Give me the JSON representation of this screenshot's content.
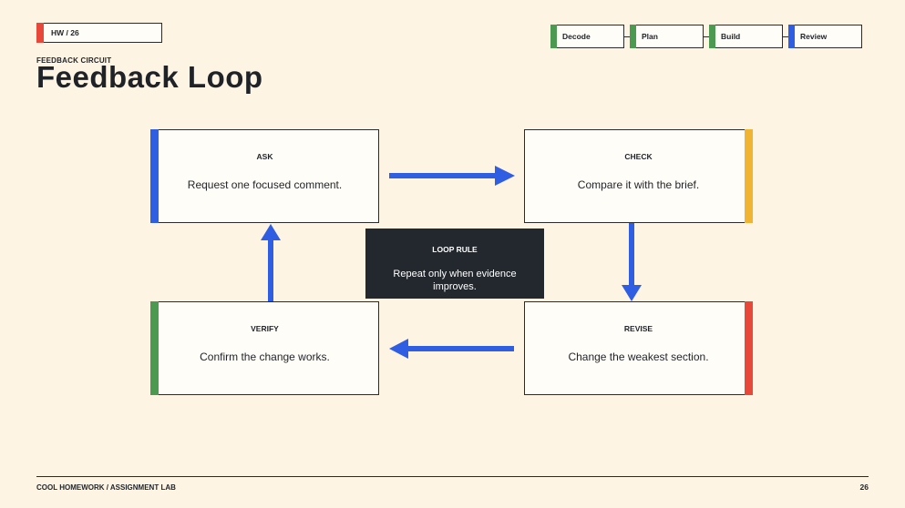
{
  "header": {
    "tag": "HW / 26",
    "kicker": "FEEDBACK CIRCUIT",
    "title": "Feedback Loop"
  },
  "progress": {
    "steps": [
      {
        "label": "Decode",
        "color": "#4c9a52"
      },
      {
        "label": "Plan",
        "color": "#4c9a52"
      },
      {
        "label": "Build",
        "color": "#4c9a52"
      },
      {
        "label": "Review",
        "color": "#2f5ee3"
      }
    ]
  },
  "diagram": {
    "nodes": {
      "ask": {
        "title": "ASK",
        "text": "Request one focused comment.",
        "color": "#2f5ee3"
      },
      "check": {
        "title": "CHECK",
        "text": "Compare it with the brief.",
        "color": "#f0b432"
      },
      "revise": {
        "title": "REVISE",
        "text": "Change the weakest section.",
        "color": "#e8483a"
      },
      "verify": {
        "title": "VERIFY",
        "text": "Confirm the change works.",
        "color": "#4c9a52"
      }
    },
    "rule": {
      "title": "LOOP RULE",
      "text": "Repeat only when evidence improves."
    },
    "arrow_color": "#2f5ee3"
  },
  "footer": {
    "left": "COOL HOMEWORK / ASSIGNMENT LAB",
    "page": "26"
  }
}
